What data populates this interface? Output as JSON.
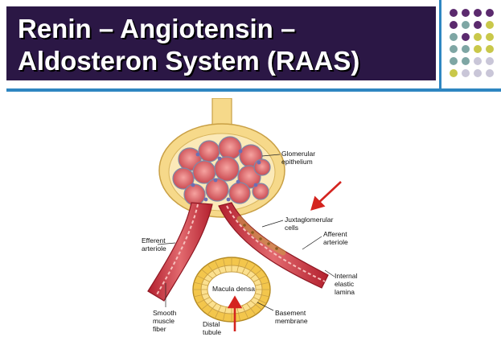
{
  "slide": {
    "title_line1": "Renin – Angiotensin –",
    "title_line2": "Aldosteron System (RAAS)"
  },
  "colors": {
    "title_bg": "#2b1745",
    "accent_blue": "#2e86c1",
    "dot_purple": "#5b2a6e",
    "dot_teal": "#7ea6a4",
    "dot_yellow": "#c9c84a",
    "dot_lavender": "#c9c6d8",
    "arrow_red": "#d4241f"
  },
  "decor": {
    "dot_grid_rows": [
      [
        "dot_purple",
        "dot_purple",
        "dot_purple",
        "dot_purple"
      ],
      [
        "dot_purple",
        "dot_teal",
        "dot_purple",
        "dot_yellow"
      ],
      [
        "dot_teal",
        "dot_purple",
        "dot_yellow",
        "dot_yellow"
      ],
      [
        "dot_teal",
        "dot_teal",
        "dot_yellow",
        "dot_yellow"
      ],
      [
        "dot_teal",
        "dot_teal",
        "dot_lavender",
        "dot_lavender"
      ],
      [
        "dot_yellow",
        "dot_lavender",
        "dot_lavender",
        "dot_lavender"
      ]
    ]
  },
  "diagram": {
    "labels": {
      "glomerular_epithelium": "Glomerular\nepithelium",
      "juxtaglomerular_cells": "Juxtaglomerular\ncells",
      "afferent_arteriole": "Afferent\narteriole",
      "efferent_arteriole": "Efferent\narteriole",
      "internal_elastic_lamina": "Internal\nelastic\nlamina",
      "macula_densa": "Macula densa",
      "smooth_muscle_fiber": "Smooth\nmuscle\nfiber",
      "basement_membrane": "Basement\nmembrane",
      "distal_tubule": "Distal\ntubule"
    }
  }
}
